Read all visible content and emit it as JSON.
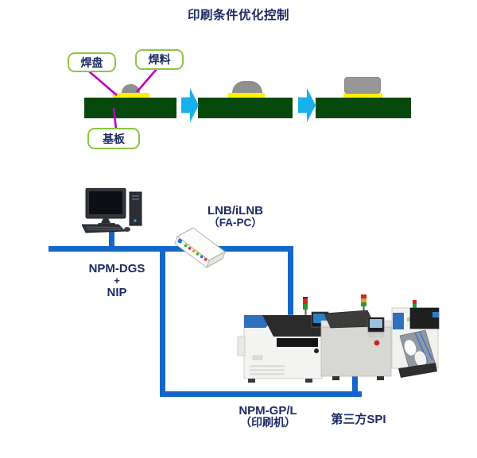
{
  "title": "印刷条件优化控制",
  "process_flow": {
    "callout_pad": "焊盘",
    "callout_solder": "焊料",
    "callout_substrate": "基板",
    "stage_icons": [
      "pcb-with-printed-solder",
      "pcb-with-solder-dome",
      "pcb-with-mounted-component"
    ],
    "arrow_icon": "right-block-arrow"
  },
  "network": {
    "dgs_line1": "NPM-DGS",
    "dgs_line2": "+",
    "dgs_line3": "NIP",
    "lnb_line1": "LNB/iLNB",
    "lnb_line2": "（FA-PC）",
    "printer_line1": "NPM-GP/L",
    "printer_line2": "（印刷机）",
    "spi_label": "第三方SPI",
    "icons": {
      "pc": "desktop-computer-icon",
      "gateway": "lnb-gateway-box-icon",
      "machines": "smt-production-line-image"
    }
  },
  "colors": {
    "title_navy": "#1E2A63",
    "board_green": "#07480C",
    "pad_yellow": "#FFF200",
    "solder_gray": "#8F8F8F",
    "callout_border_green": "#8CC63F",
    "callout_line_magenta": "#BE00BE",
    "arrow_cyan": "#17B0EC",
    "line_blue": "#1467C8",
    "machine_accent_blue": "#2E6FC0"
  }
}
